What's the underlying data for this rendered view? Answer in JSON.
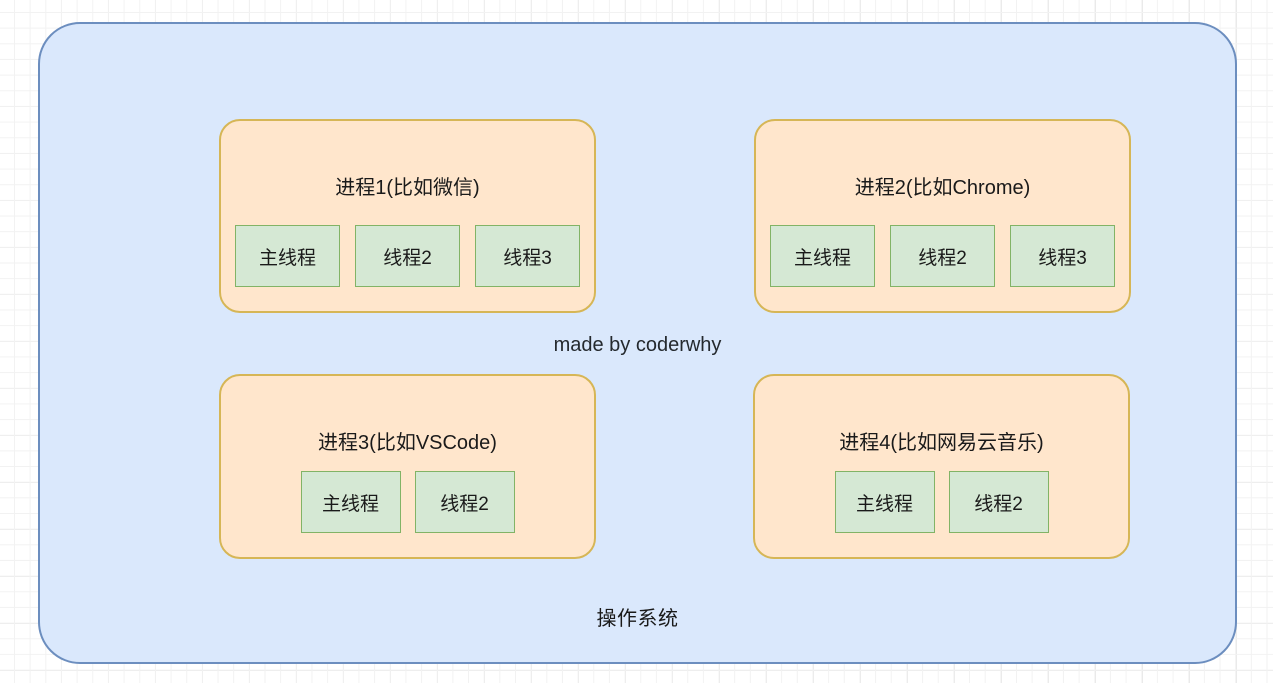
{
  "diagram": {
    "watermark": "made by coderwhy",
    "os": {
      "label": "操作系统"
    },
    "colors": {
      "os_fill": "#dae8fc",
      "os_border": "#6c8ebf",
      "process_fill": "#ffe6cc",
      "process_border": "#d6b656",
      "thread_fill": "#d5e8d4",
      "thread_border": "#82b366",
      "canvas_background": "#ffffff",
      "grid_line": "#e8e8e8",
      "text": "#1a1a1a"
    },
    "processes": [
      {
        "title": "进程1(比如微信)",
        "threads": [
          "主线程",
          "线程2",
          "线程3"
        ]
      },
      {
        "title": "进程2(比如Chrome)",
        "threads": [
          "主线程",
          "线程2",
          "线程3"
        ]
      },
      {
        "title": "进程3(比如VSCode)",
        "threads": [
          "主线程",
          "线程2"
        ]
      },
      {
        "title": "进程4(比如网易云音乐)",
        "threads": [
          "主线程",
          "线程2"
        ]
      }
    ]
  }
}
